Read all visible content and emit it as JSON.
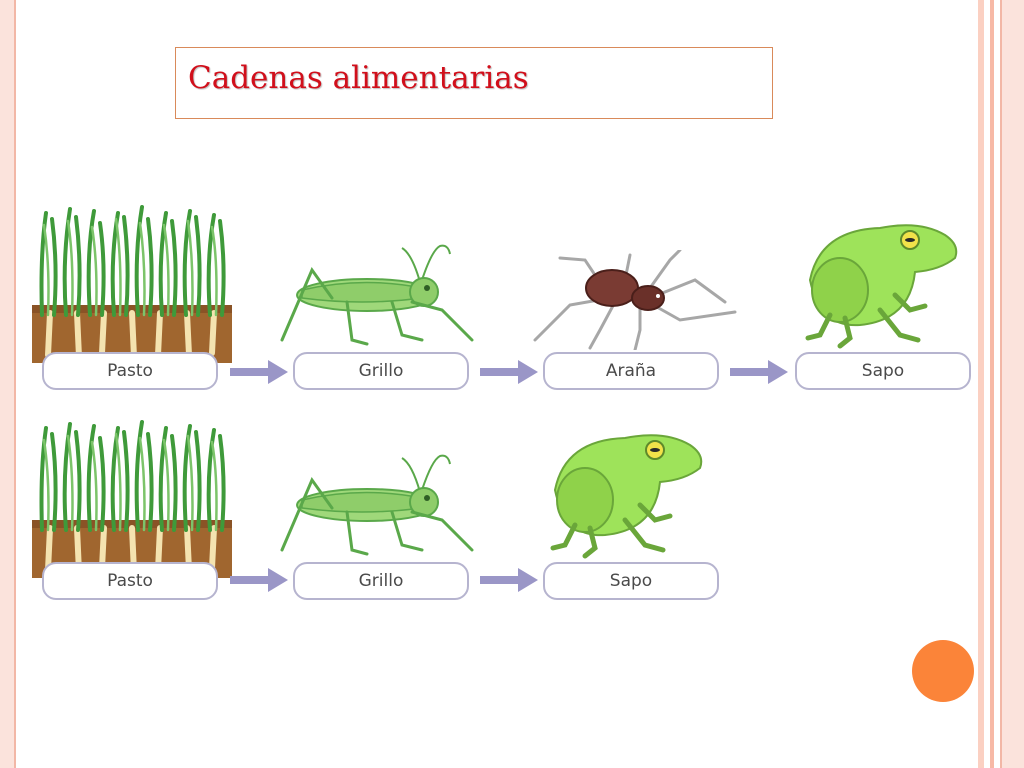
{
  "slide": {
    "title": "Cadenas alimentarias",
    "accent_color": "#d10f1b",
    "frame_color": "#f2b7a6",
    "dot_color": "#fb8439"
  },
  "chains": [
    {
      "id": "chain-1",
      "links": [
        {
          "label": "Pasto",
          "icon": "grass-icon"
        },
        {
          "label": "Grillo",
          "icon": "cricket-icon"
        },
        {
          "label": "Araña",
          "icon": "spider-icon"
        },
        {
          "label": "Sapo",
          "icon": "frog-icon"
        }
      ]
    },
    {
      "id": "chain-2",
      "links": [
        {
          "label": "Pasto",
          "icon": "grass-icon"
        },
        {
          "label": "Grillo",
          "icon": "cricket-icon"
        },
        {
          "label": "Sapo",
          "icon": "frog-icon"
        }
      ]
    }
  ]
}
